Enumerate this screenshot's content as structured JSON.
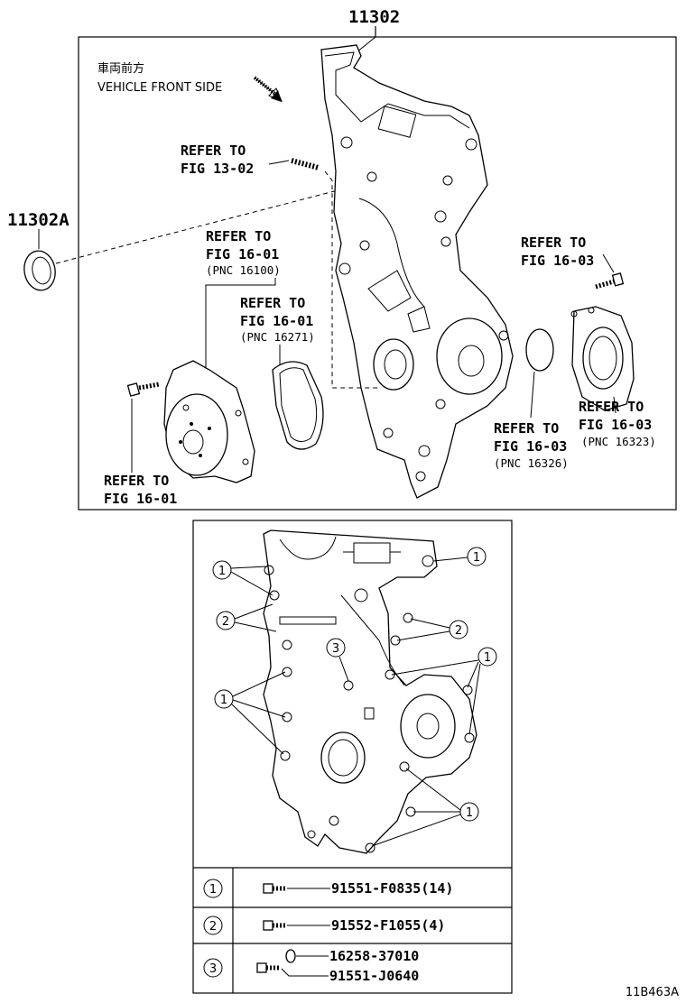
{
  "diagram": {
    "main_part_number": "11302",
    "seal_part_number": "11302A",
    "orientation_jp": "車両前方",
    "orientation_en": "VEHICLE FRONT SIDE",
    "refs": {
      "stud": [
        "REFER TO",
        "FIG 13-02"
      ],
      "water_pump_top": [
        "REFER TO",
        "FIG 16-01",
        "(PNC 16100)"
      ],
      "gasket": [
        "REFER TO",
        "FIG 16-01",
        "(PNC 16271)"
      ],
      "water_pump_bolt": [
        "REFER TO",
        "FIG 16-01"
      ],
      "bolt_right": [
        "REFER TO",
        "FIG 16-03"
      ],
      "housing_right": [
        "REFER TO",
        "FIG 16-03",
        "(PNC 16323)"
      ],
      "oring": [
        "REFER TO",
        "FIG 16-03",
        "(PNC 16326)"
      ]
    },
    "callouts": [
      "1",
      "2",
      "3"
    ],
    "legend": [
      {
        "key": "1",
        "parts": [
          "91551-F0835(14)"
        ]
      },
      {
        "key": "2",
        "parts": [
          "91552-F1055(4)"
        ]
      },
      {
        "key": "3",
        "parts": [
          "16258-37010",
          "91551-J0640"
        ]
      }
    ],
    "figure_code": "11B463A"
  }
}
